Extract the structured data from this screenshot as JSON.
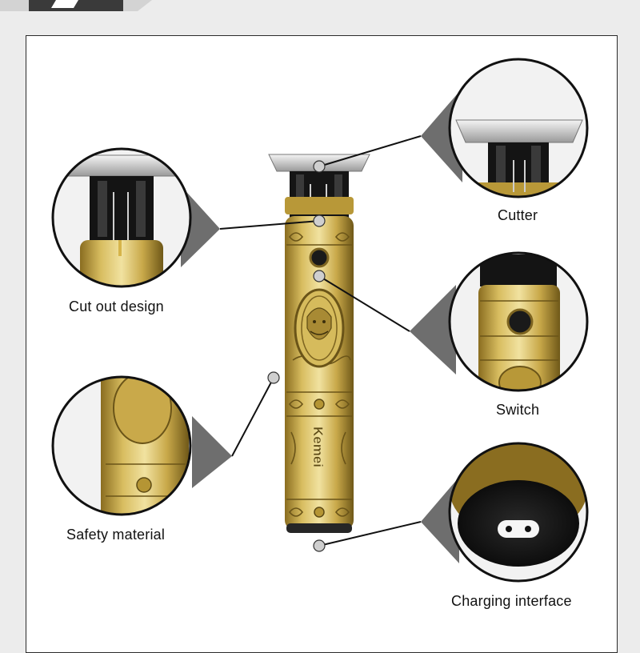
{
  "product": {
    "brand": "Kemei"
  },
  "features": [
    {
      "id": "cutter",
      "label": "Cutter"
    },
    {
      "id": "cut-out-design",
      "label": "Cut out design"
    },
    {
      "id": "switch",
      "label": "Switch"
    },
    {
      "id": "safety-material",
      "label": "Safety material"
    },
    {
      "id": "charging-interface",
      "label": "Charging interface"
    }
  ],
  "colors": {
    "gold_light": "#e9d78a",
    "gold_mid": "#c9a94a",
    "gold_dark": "#7d6420",
    "blade": "#d8d8d8",
    "callout_shadow": "#6e6e6e",
    "outline": "#111111"
  }
}
